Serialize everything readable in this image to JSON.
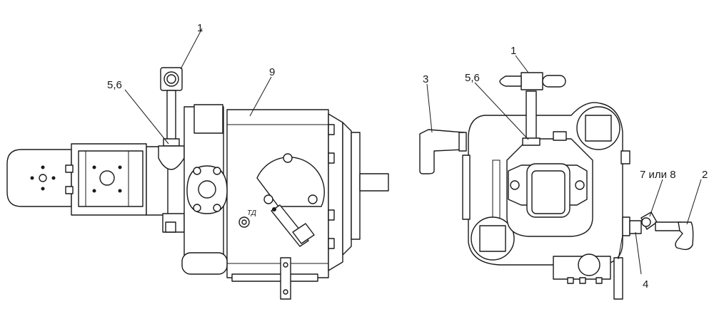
{
  "left_view": {
    "callouts": {
      "c1": "1",
      "c56": "5,6",
      "c9": "9"
    },
    "engraving": "ТД"
  },
  "right_view": {
    "callouts": {
      "c1": "1",
      "c56": "5,6",
      "c3": "3",
      "c2": "2",
      "c78": "7 или 8",
      "c4": "4"
    }
  },
  "colors": {
    "line": "#1a1a1a",
    "background": "#ffffff"
  }
}
